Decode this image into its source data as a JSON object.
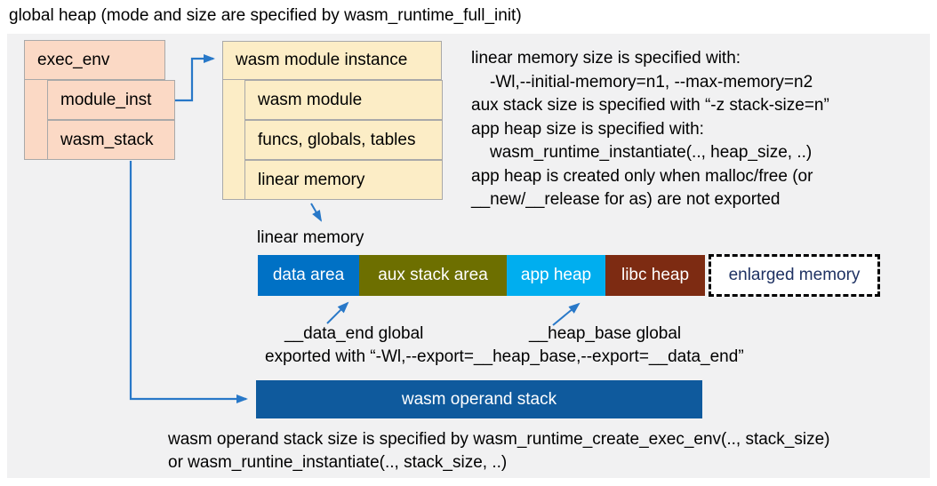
{
  "title": "global heap (mode and size are specified by wasm_runtime_full_init)",
  "colors": {
    "panel_bg": "#f1f1f2",
    "peach_box": "#fbd9c5",
    "cream_box": "#fcedc6",
    "box_border": "#a9a9a9",
    "arrow_blue": "#2878c8",
    "operand_stack_bg": "#0f5a9d",
    "enlarged_text": "#1f3263"
  },
  "exec_env": {
    "title": "exec_env",
    "fields": [
      {
        "label": "module_inst"
      },
      {
        "label": "wasm_stack"
      }
    ]
  },
  "module_instance": {
    "title": "wasm module instance",
    "fields": [
      {
        "label": "wasm module"
      },
      {
        "label": "funcs, globals, tables"
      },
      {
        "label": "linear memory"
      }
    ]
  },
  "notes_right": {
    "lines": [
      "linear memory size is specified with:",
      "-Wl,--initial-memory=n1, --max-memory=n2",
      "aux stack size is specified with “-z stack-size=n”",
      "app heap size is specified with:",
      "wasm_runtime_instantiate(.., heap_size, ..)",
      "app heap is created only when malloc/free (or",
      "__new/__release for as) are not exported"
    ]
  },
  "linear_memory": {
    "label": "linear memory",
    "segments": [
      {
        "label": "data area",
        "color": "#0071c5"
      },
      {
        "label": "aux stack area",
        "color": "#6d6f00"
      },
      {
        "label": "app heap",
        "color": "#00aeef"
      },
      {
        "label": "libc heap",
        "color": "#7d2b12"
      }
    ],
    "enlarged": {
      "label": "enlarged memory"
    }
  },
  "annotations": {
    "data_end": "__data_end global",
    "heap_base": "__heap_base global",
    "exported": "exported with “-Wl,--export=__heap_base,--export=__data_end”"
  },
  "operand_stack": {
    "label": "wasm operand stack"
  },
  "notes_bottom": {
    "lines": [
      "wasm operand stack size is specified by wasm_runtime_create_exec_env(.., stack_size)",
      "or wasm_runtine_instantiate(.., stack_size, ..)"
    ]
  }
}
